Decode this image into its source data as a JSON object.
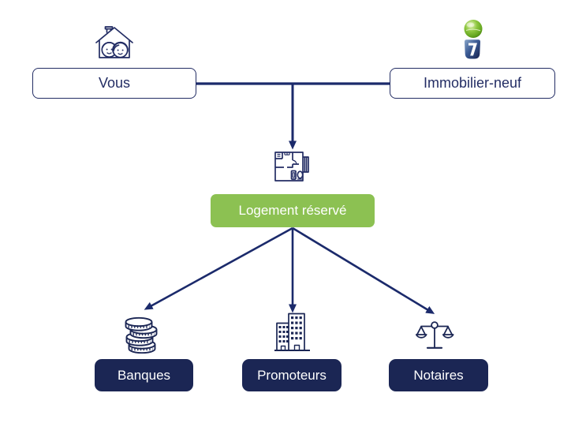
{
  "diagram": {
    "nodes": {
      "vous": {
        "label": "Vous",
        "icon": "house-couple-icon"
      },
      "immobilier_neuf": {
        "label": "Immobilier-neuf",
        "icon": "immobilier-neuf-logo-icon"
      },
      "logement_reserve": {
        "label": "Logement réservé",
        "icon": "floorplan-icon"
      },
      "banques": {
        "label": "Banques",
        "icon": "coins-icon"
      },
      "promoteurs": {
        "label": "Promoteurs",
        "icon": "buildings-icon"
      },
      "notaires": {
        "label": "Notaires",
        "icon": "scales-icon"
      }
    },
    "edges": [
      {
        "from": "vous",
        "to": "immobilier_neuf",
        "style": "plain-line"
      },
      {
        "from": "vous-immobilier-junction",
        "to": "logement_reserve",
        "style": "arrow-down"
      },
      {
        "from": "logement_reserve",
        "to": "banques",
        "style": "arrow"
      },
      {
        "from": "logement_reserve",
        "to": "promoteurs",
        "style": "arrow"
      },
      {
        "from": "logement_reserve",
        "to": "notaires",
        "style": "arrow"
      }
    ],
    "colors": {
      "navy_stroke": "#232d64",
      "navy_fill": "#1b2654",
      "green_fill": "#8cc152",
      "logo_green": "#8dc63f",
      "background": "#ffffff",
      "light_text": "#ffffff"
    }
  }
}
